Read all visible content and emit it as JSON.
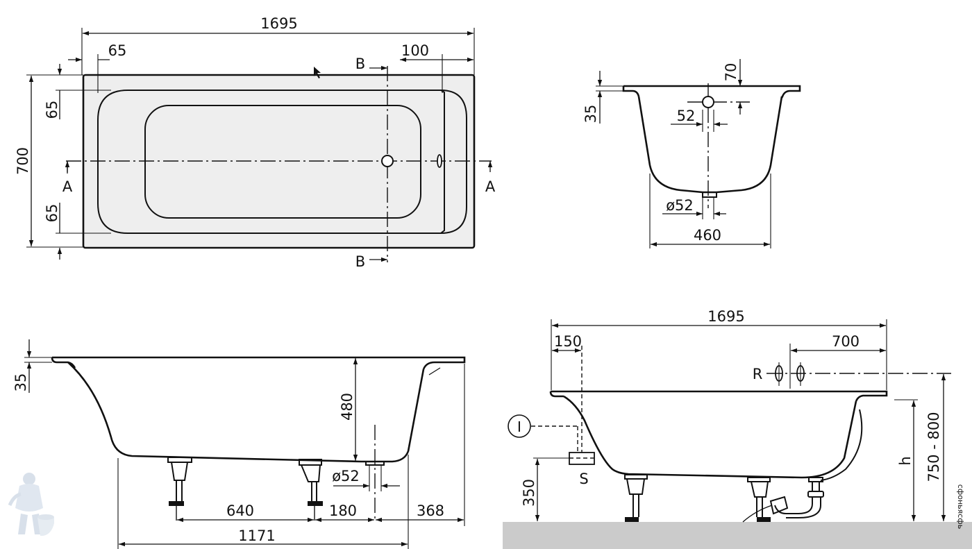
{
  "top_view": {
    "dims": {
      "length": "1695",
      "offset_left": "65",
      "offset_right": "100",
      "width": "700",
      "rim_top": "65",
      "rim_bottom": "65"
    },
    "section_marks": {
      "a": "A",
      "b": "B"
    }
  },
  "cross_section": {
    "dims": {
      "rim": "35",
      "overflow": "70",
      "overflow_dia": "52",
      "drain_dia": "ø52",
      "bottom_width": "460"
    }
  },
  "side_section": {
    "dims": {
      "rim": "35",
      "depth": "480",
      "drain_dia": "ø52",
      "feet_spacing": "640",
      "drain_offset": "180",
      "end_offset": "368",
      "base_length": "1171"
    }
  },
  "installation": {
    "dims": {
      "length": "1695",
      "supply_offset": "150",
      "fitting_offset": "700",
      "siphon_height": "350",
      "height_range": "750 - 800"
    },
    "labels": {
      "r": "R",
      "s": "S",
      "i": "I",
      "h": "h"
    }
  },
  "watermark": {
    "text": "сфоньясфь"
  },
  "colors": {
    "tub_fill": "#eeeeee",
    "floor": "#cbcbcb",
    "line": "#111111"
  }
}
